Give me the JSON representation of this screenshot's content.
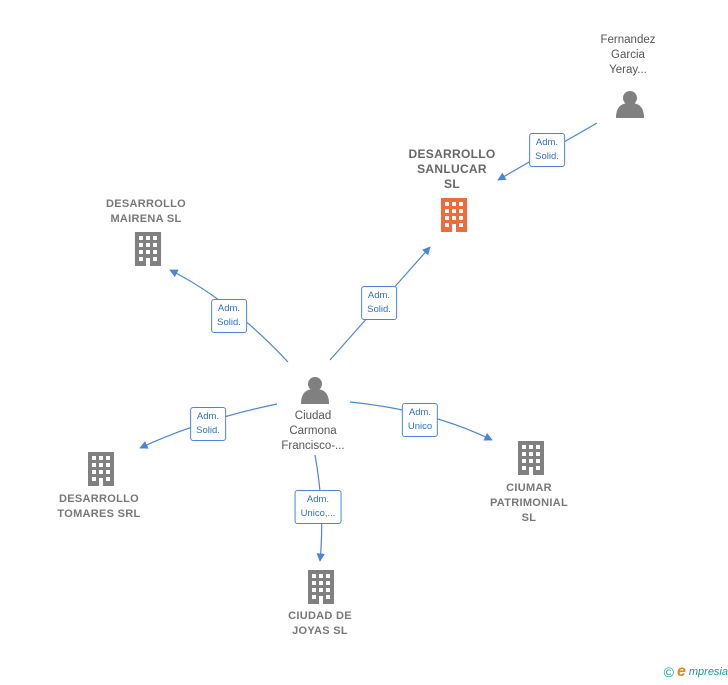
{
  "nodes": {
    "center": {
      "label": "Ciudad\nCarmona\nFrancisco-..."
    },
    "fernandez": {
      "label": "Fernandez\nGarcia\nYeray..."
    },
    "sanlucar": {
      "label": "DESARROLLO\nSANLUCAR\nSL"
    },
    "mairena": {
      "label": "DESARROLLO\nMAIRENA  SL"
    },
    "tomares": {
      "label": "DESARROLLO\nTOMARES SRL"
    },
    "ciumar": {
      "label": "CIUMAR\nPATRIMONIAL\nSL"
    },
    "joyas": {
      "label": "CIUDAD DE\nJOYAS  SL"
    }
  },
  "edges": {
    "fernandez_sanlucar": "Adm.\nSolid.",
    "center_sanlucar": "Adm.\nSolid.",
    "center_mairena": "Adm.\nSolid.",
    "center_tomares": "Adm.\nSolid.",
    "center_ciumar": "Adm.\nUnico",
    "center_joyas": "Adm.\nUnico,..."
  },
  "colors": {
    "edge": "#4a86d8",
    "company": "#808080",
    "company_highlight": "#f26a3a",
    "person": "#808080"
  },
  "footer": {
    "copyright": "©",
    "brand_initial": "e",
    "brand_rest": "mpresia"
  }
}
